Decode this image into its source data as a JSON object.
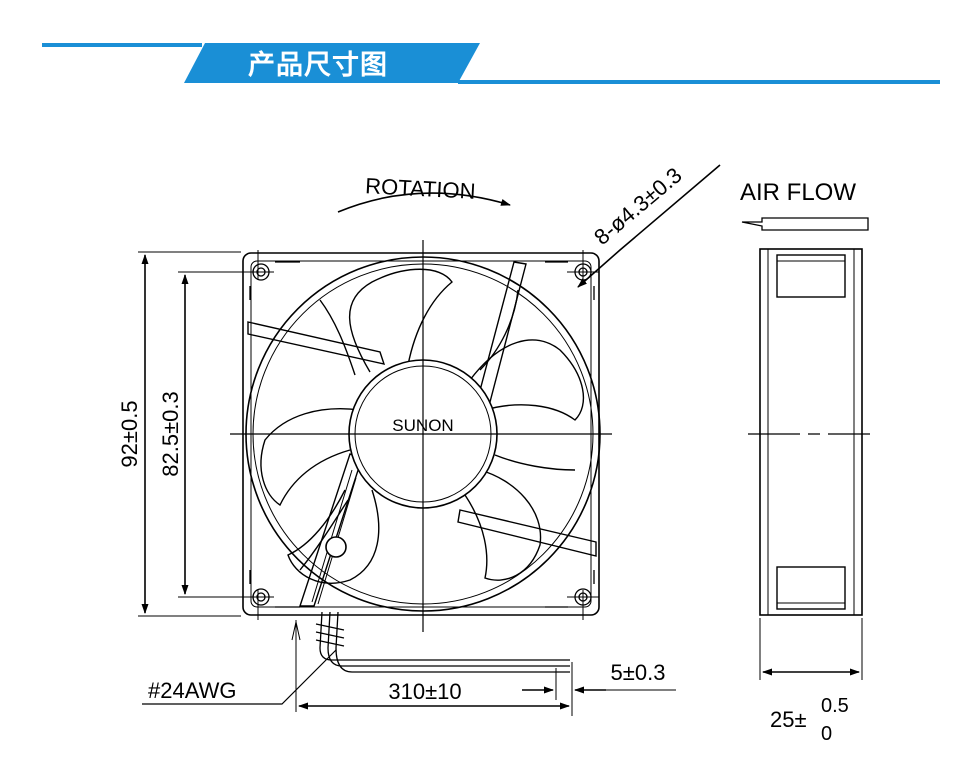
{
  "header": {
    "title": "产品尺寸图",
    "accent_color": "#1a8fd6"
  },
  "front_view": {
    "rotation_label": "ROTATION",
    "hole_label": "8-ø4.3±0.3",
    "brand_label": "SUNON",
    "outer_dim_label": "92±0.5",
    "hole_spacing_label": "82.5±0.3",
    "wire_gauge_label": "#24AWG",
    "wire_length_label": "310±10",
    "wire_strip_label": "5±0.3"
  },
  "side_view": {
    "airflow_label": "AIR FLOW",
    "thickness_base": "25±",
    "tol_upper": "0.5",
    "tol_lower": "0"
  }
}
